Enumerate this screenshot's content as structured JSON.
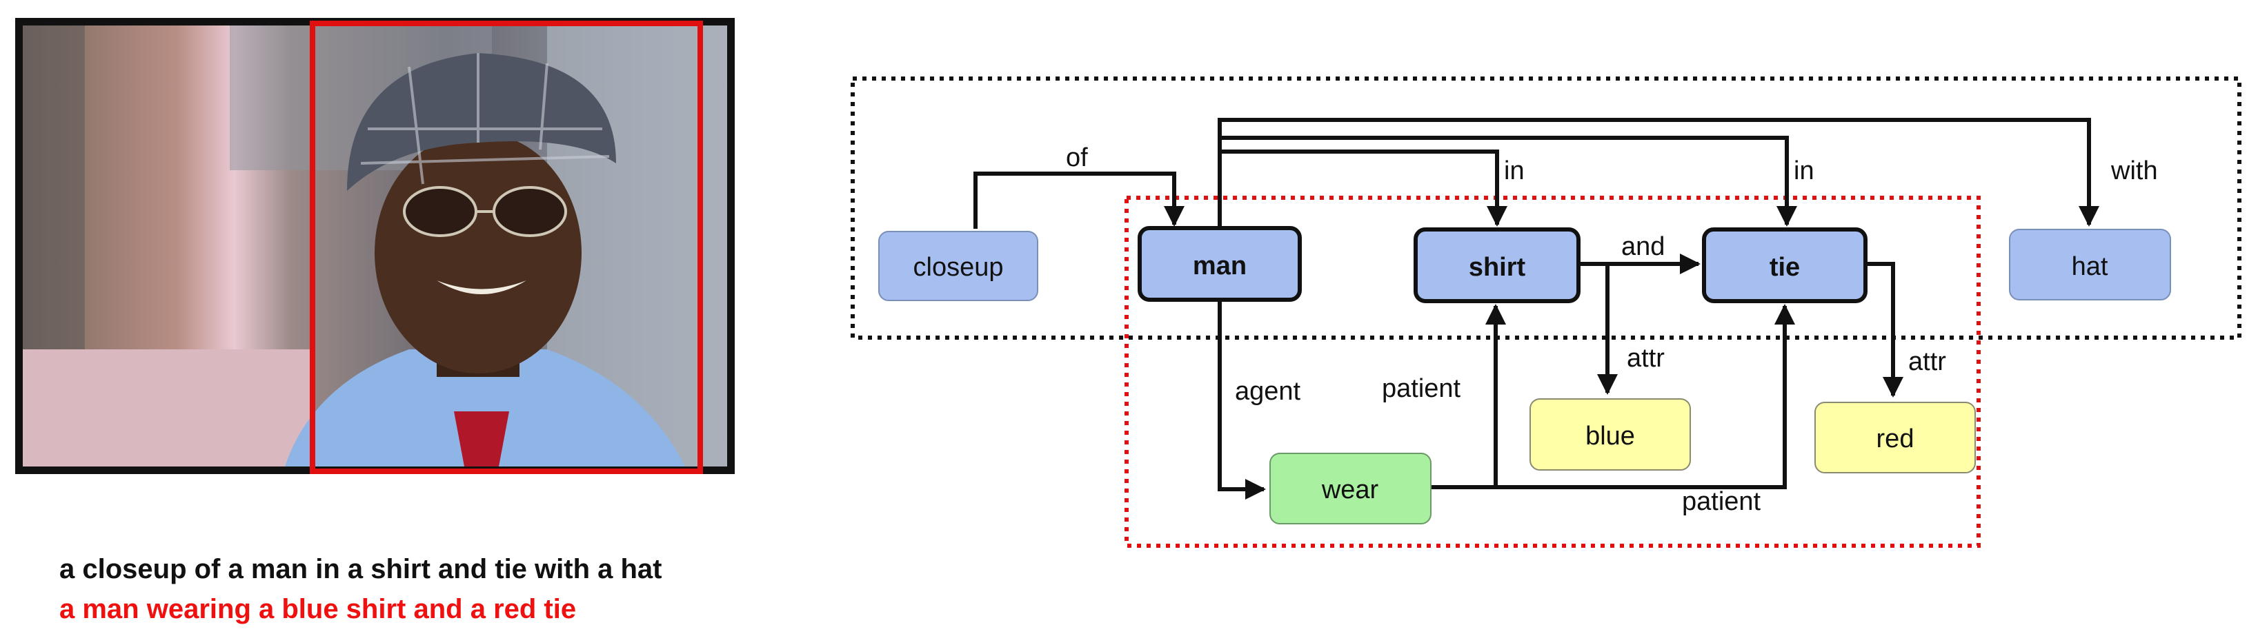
{
  "captions": {
    "full": "a closeup of a man in a shirt and tie with a hat",
    "region": "a man wearing a blue shirt and a red tie"
  },
  "colors": {
    "object_node": "#a7bff0",
    "attribute_node": "#ffffa8",
    "relation_node": "#a9f0a0",
    "region_box": "#e01010",
    "graph_box_outer": "#111111",
    "graph_box_inner": "#e01010"
  },
  "graph": {
    "nodes": {
      "closeup": "closeup",
      "man": "man",
      "shirt": "shirt",
      "tie": "tie",
      "hat": "hat",
      "blue": "blue",
      "red": "red",
      "wear": "wear"
    },
    "edges": {
      "of": "of",
      "in_shirt": "in",
      "in_tie": "in",
      "with": "with",
      "and": "and",
      "attr_blue": "attr",
      "attr_red": "attr",
      "agent": "agent",
      "patient_shirt": "patient",
      "patient_tie": "patient"
    }
  }
}
